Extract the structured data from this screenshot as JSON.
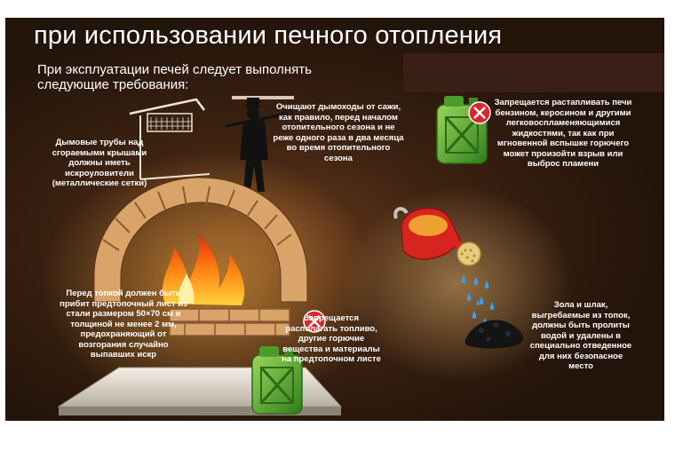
{
  "poster": {
    "title": "при использовании печного отопления",
    "intro": "При эксплуатации печей следует выполнять следующие требования:",
    "captions": {
      "chimney_mesh": "Дымовые трубы над сгораемыми крышами должны иметь искроуловители (металлические сетки)",
      "chimney_cleaning": "Очищают дымоходы от сажи, как правило, перед началом отопительного сезона и не реже одного раза в два месяца во время отопительного сезона",
      "no_flammable_liquids": "Запрещается растапливать печи бензином, керосином и другими легковоспламеняющимися жидкостями, так как при мгновенной вспышке горючего может произойти взрыв или выброс пламени",
      "pre_furnace_sheet": "Перед топкой должен быть прибит предтопочный лист из стали размером 50×70 см и толщиной не менее 2 мм, предохраняющий от возгорания случайно выпавших искр",
      "no_fuel_on_sheet": "Запрещается располагать топливо, другие горючие вещества и материалы на предтопочном листе",
      "ash_disposal": "Зола и шлак, выгребаемые из топок, должны быть пролиты водой и удалены в специально отведенное для них безопасное место"
    },
    "icons": [
      "chimney-mesh-icon",
      "chimney-sweep-icon",
      "jerrycan-icon",
      "prohibited-icon",
      "stove-fire-icon",
      "watering-can-icon",
      "ash-pile-icon"
    ],
    "colors": {
      "background_center": "#6a3a1c",
      "background_edge": "#23140a",
      "text": "#ffffff",
      "brick": "#d9a46a",
      "fuel_can": "#5fae3a",
      "prohibited": "#d9282b",
      "watering_can": "#d8241f",
      "water": "#3aa0e6"
    }
  }
}
